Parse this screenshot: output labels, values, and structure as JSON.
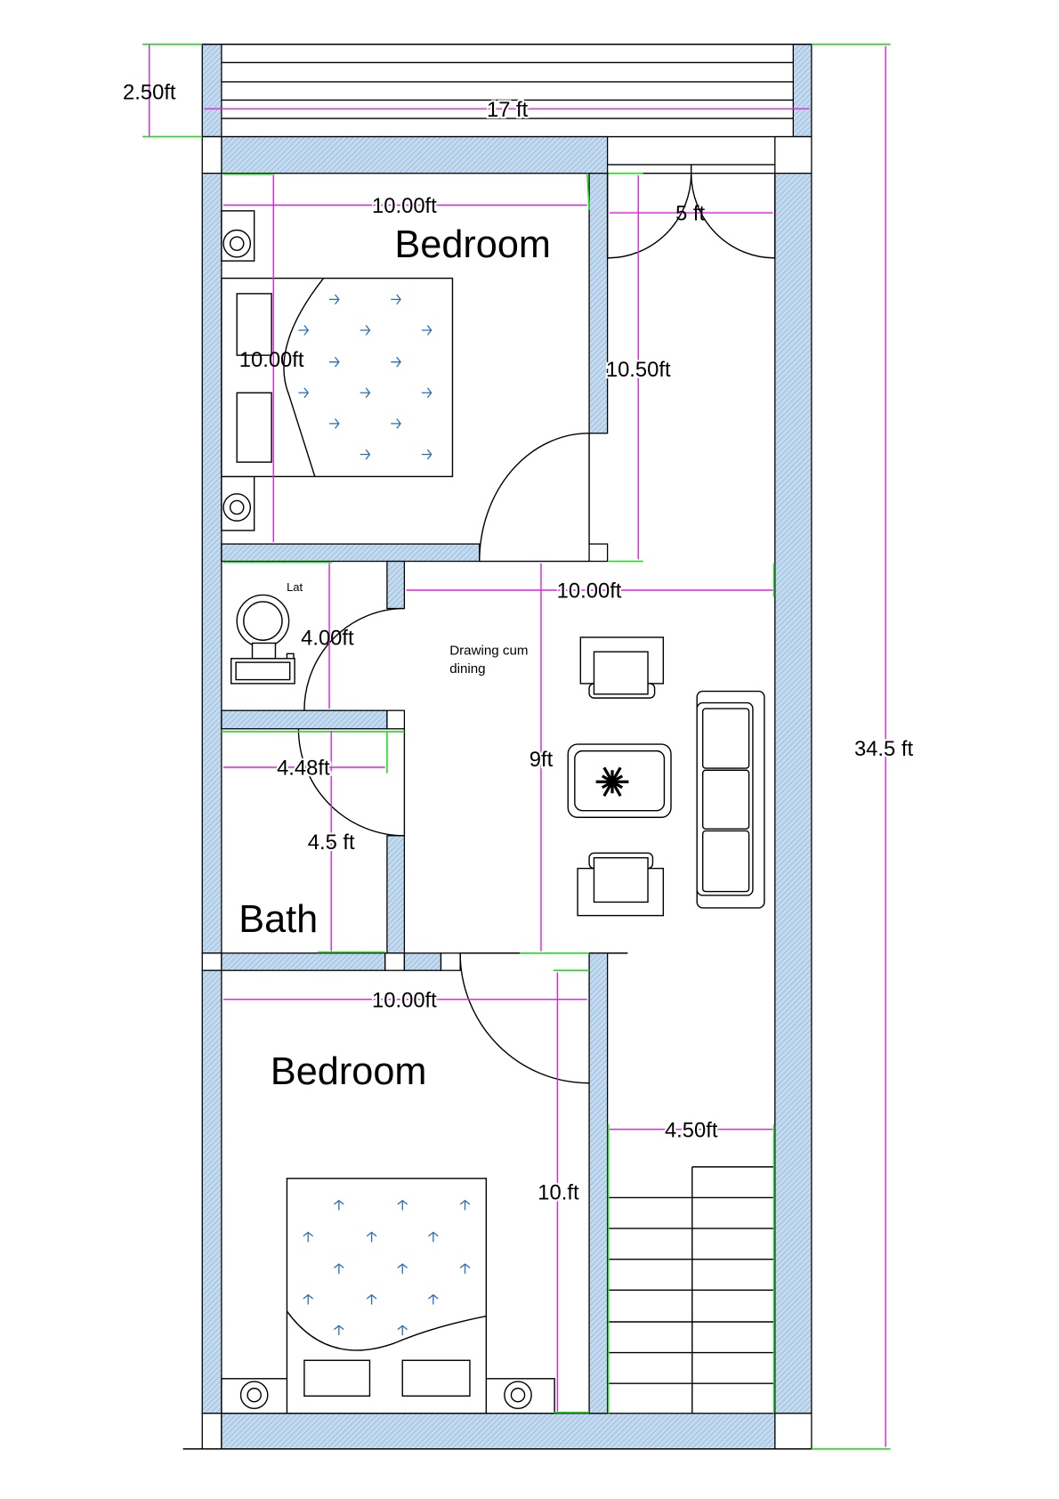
{
  "plan": {
    "rooms": {
      "bedroom_top": "Bedroom",
      "lat": "Lat",
      "drawing_line1": "Drawing cum",
      "drawing_line2": "dining",
      "bath": "Bath",
      "bedroom_bottom": "Bedroom"
    },
    "dimensions": {
      "balcony_depth": "2.50ft",
      "plot_width": "17 ft",
      "plot_length": "34.5 ft",
      "bedroom_top_width": "10.00ft",
      "bedroom_top_length": "10.00ft",
      "passage_width": "5 ft",
      "passage_length": "10.50ft",
      "drawing_width": "10.00ft",
      "drawing_length": "9ft",
      "lat_length": "4.00ft",
      "bath_width": "4.48ft",
      "bath_length": "4.5 ft",
      "bedroom_bottom_width": "10.00ft",
      "bedroom_bottom_length": "10.ft",
      "stair_width": "4.50ft"
    },
    "colors": {
      "wall_fill": "#b9d4ec",
      "dimension_line": "#e020e0",
      "extension_line": "#22dd22",
      "bed_arrows": "#2a6db8"
    }
  }
}
